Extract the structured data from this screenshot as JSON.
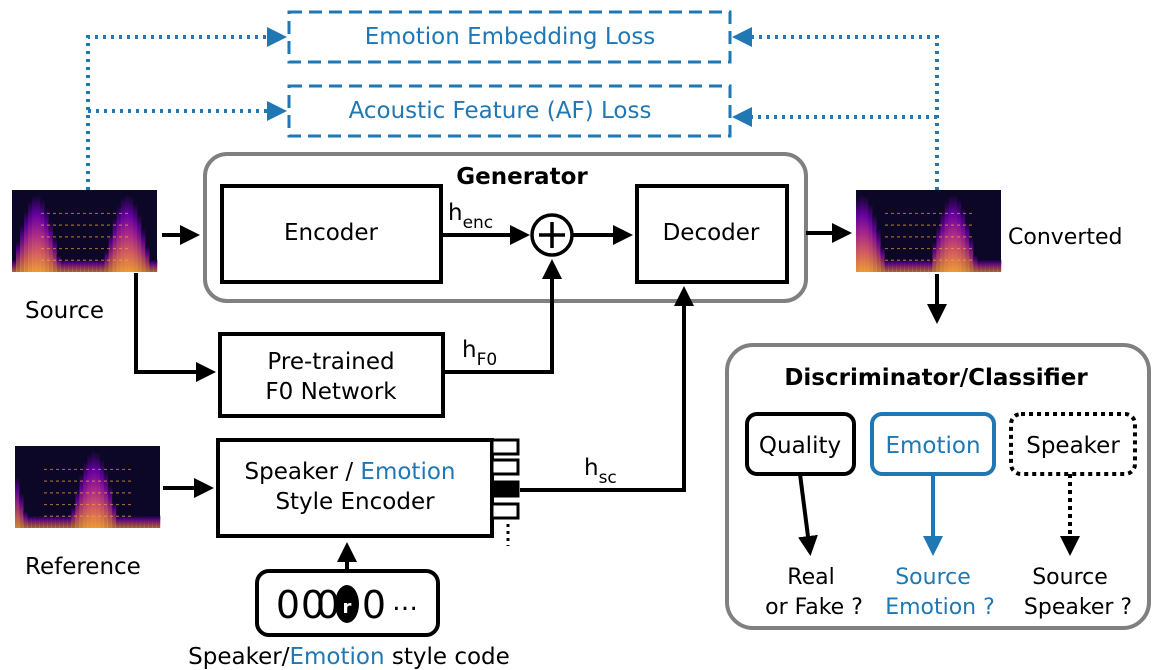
{
  "losses": {
    "emotion_embedding": "Emotion Embedding Loss",
    "acoustic_feature": "Acoustic Feature (AF) Loss"
  },
  "generator": {
    "title": "Generator",
    "encoder": "Encoder",
    "decoder": "Decoder",
    "plus_symbol": "+",
    "h_enc": {
      "base": "h",
      "sub": "enc"
    }
  },
  "spectrograms": {
    "source_label": "Source",
    "converted_label": "Converted",
    "reference_label": "Reference"
  },
  "f0_network": {
    "line1": "Pre-trained",
    "line2": "F0 Network",
    "h_f0": {
      "base": "h",
      "sub": "F0"
    }
  },
  "style_encoder": {
    "line1_prefix": "Speaker / ",
    "line1_emph": "Emotion",
    "line2": "Style Encoder",
    "h_sc": {
      "base": "h",
      "sub": "sc"
    }
  },
  "style_code": {
    "digits": [
      "0",
      "0",
      "0",
      "r",
      "0"
    ],
    "ellipsis": "…",
    "label_prefix": "Speaker/",
    "label_emph": "Emotion",
    "label_suffix": " style code"
  },
  "discriminator": {
    "title": "Discriminator/Classifier",
    "heads": [
      {
        "label": "Quality",
        "out1": "Real",
        "out2": "or Fake ?"
      },
      {
        "label": "Emotion",
        "out1": "Source",
        "out2": "Emotion ?"
      },
      {
        "label": "Speaker",
        "out1": "Source",
        "out2": "Speaker ?"
      }
    ]
  },
  "colors": {
    "accent_blue": "#1f77b4",
    "box_gray": "#808080",
    "spectrogram_dark": "#0c0726",
    "spectrogram_bright": "#fca636"
  }
}
